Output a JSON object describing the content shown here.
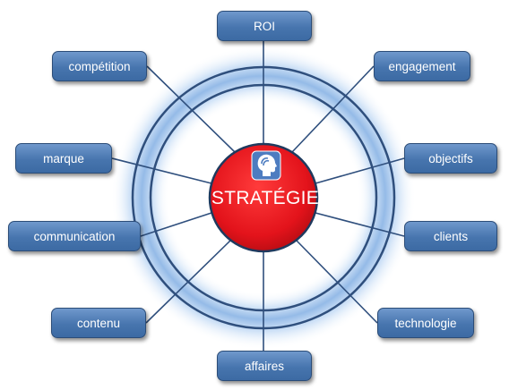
{
  "diagram": {
    "center": {
      "label": "STRATÉGIE",
      "icon": "head-profile-icon",
      "color": "#e3131b"
    },
    "nodes": [
      {
        "id": "roi",
        "label": "ROI"
      },
      {
        "id": "engagement",
        "label": "engagement"
      },
      {
        "id": "objectifs",
        "label": "objectifs"
      },
      {
        "id": "clients",
        "label": "clients"
      },
      {
        "id": "technologie",
        "label": "technologie"
      },
      {
        "id": "affaires",
        "label": "affaires"
      },
      {
        "id": "contenu",
        "label": "contenu"
      },
      {
        "id": "communication",
        "label": "communication"
      },
      {
        "id": "marque",
        "label": "marque"
      },
      {
        "id": "competition",
        "label": "compétition"
      }
    ],
    "colors": {
      "node_fill": "#4a78b0",
      "ring": "#2f4f7d",
      "glow": "#9ec3ea"
    }
  }
}
